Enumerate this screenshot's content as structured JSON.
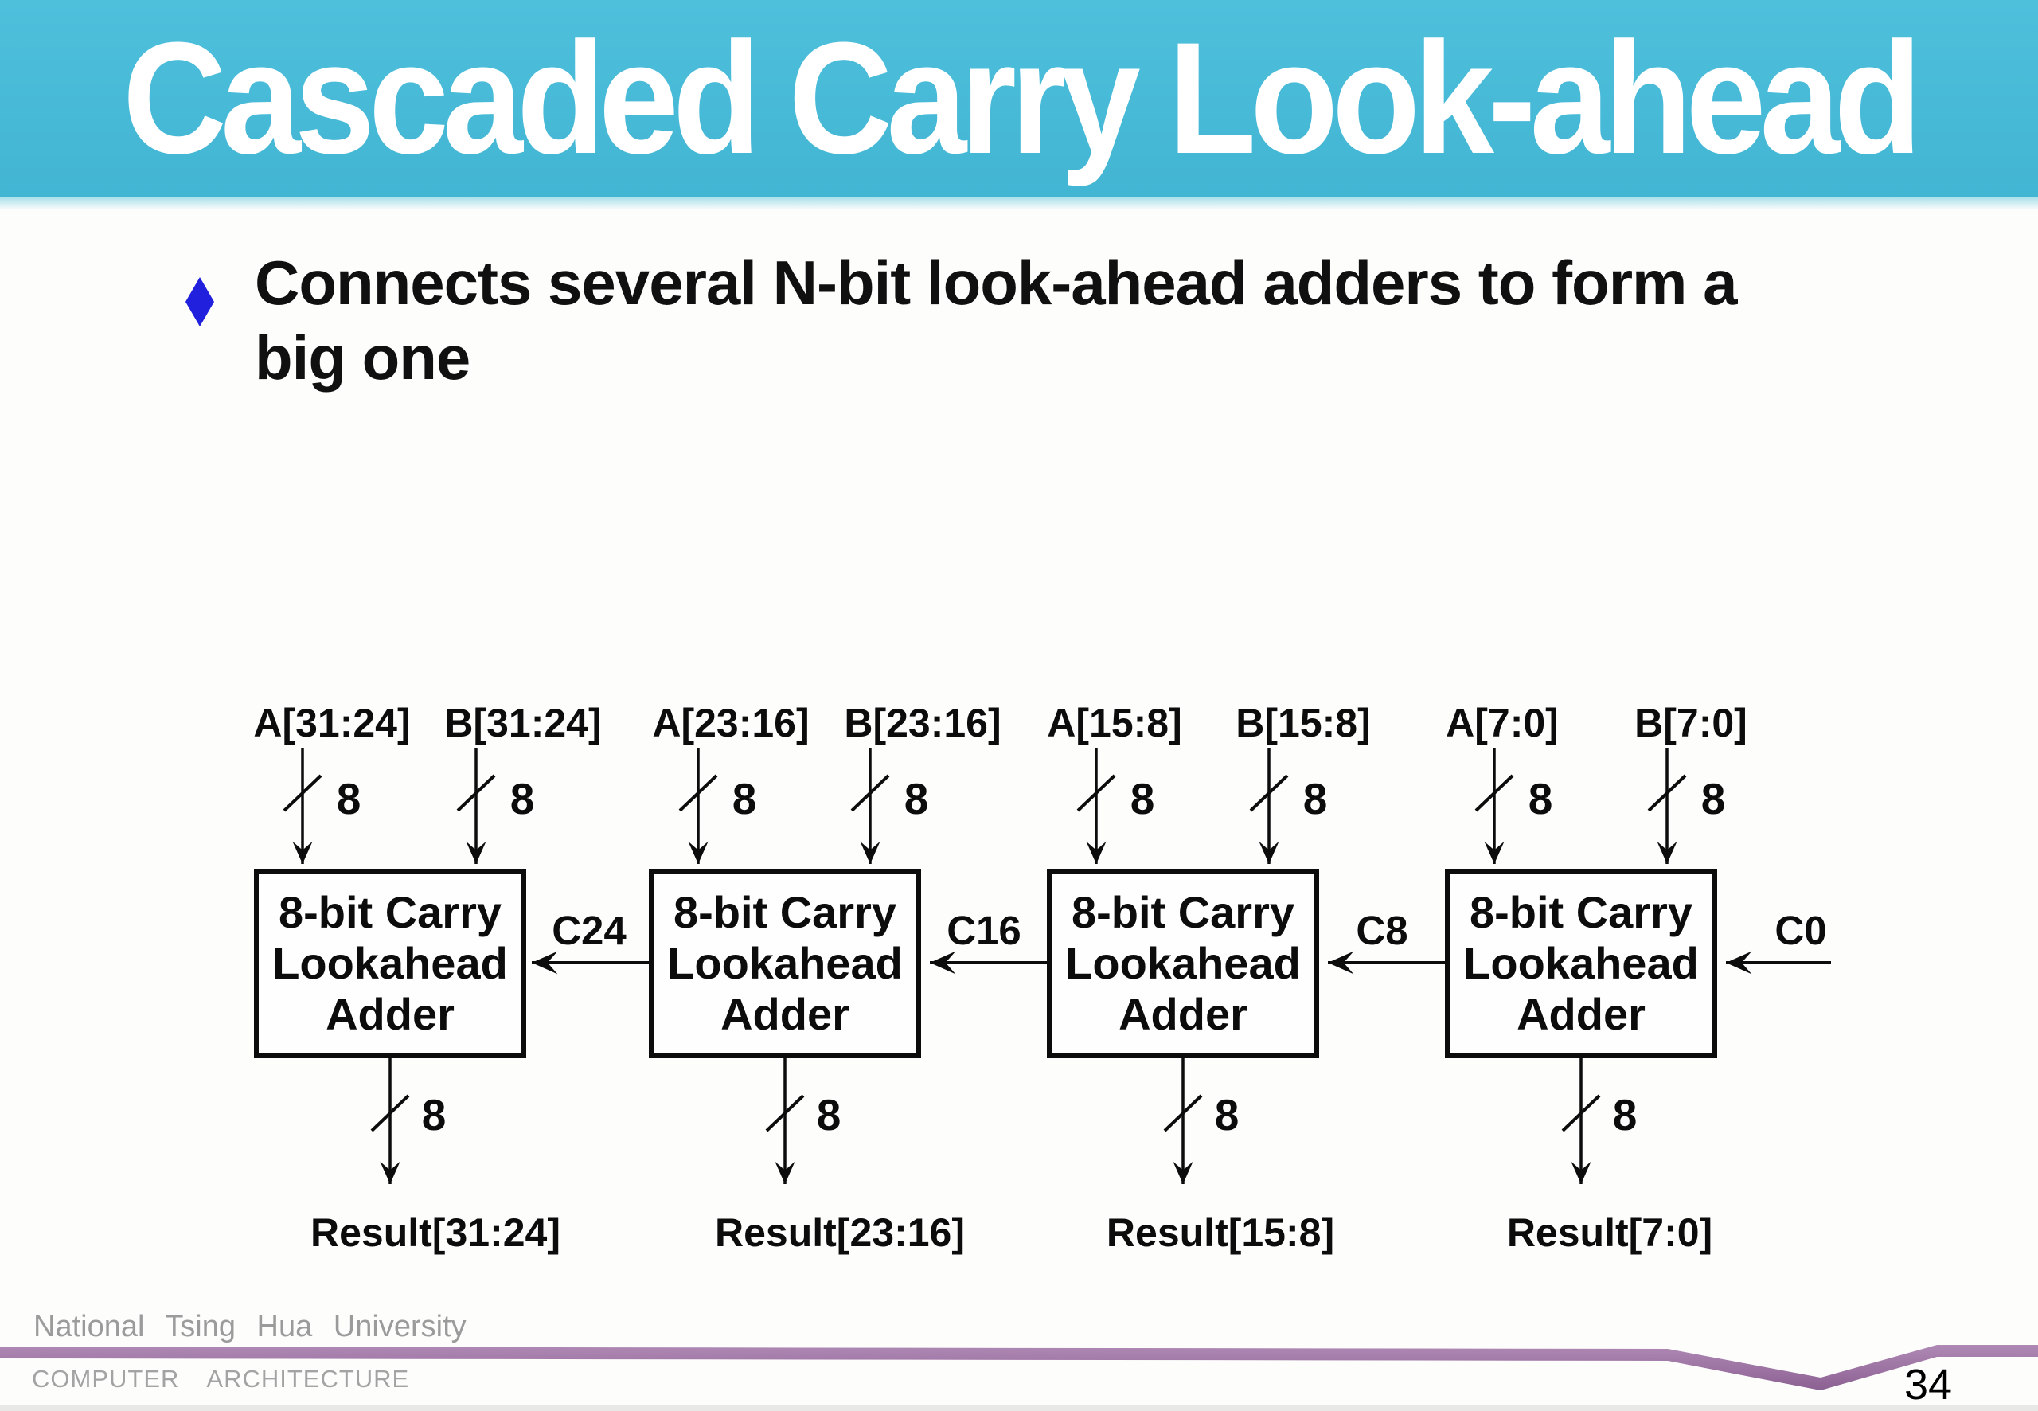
{
  "title": "Cascaded Carry Look-ahead",
  "bullet": {
    "line1": "Connects several N-bit look-ahead adders to form a",
    "line2": "big one"
  },
  "diagram": {
    "adders": [
      {
        "input_a": "A[31:24]",
        "input_b": "B[31:24]",
        "bus_width": "8",
        "label_line1": "8-bit Carry",
        "label_line2": "Lookahead",
        "label_line3": "Adder",
        "result": "Result[31:24]"
      },
      {
        "input_a": "A[23:16]",
        "input_b": "B[23:16]",
        "bus_width": "8",
        "label_line1": "8-bit Carry",
        "label_line2": "Lookahead",
        "label_line3": "Adder",
        "result": "Result[23:16]"
      },
      {
        "input_a": "A[15:8]",
        "input_b": "B[15:8]",
        "bus_width": "8",
        "label_line1": "8-bit Carry",
        "label_line2": "Lookahead",
        "label_line3": "Adder",
        "result": "Result[15:8]"
      },
      {
        "input_a": "A[7:0]",
        "input_b": "B[7:0]",
        "bus_width": "8",
        "label_line1": "8-bit Carry",
        "label_line2": "Lookahead",
        "label_line3": "Adder",
        "result": "Result[7:0]"
      }
    ],
    "carry_labels": [
      "C24",
      "C16",
      "C8",
      "C0"
    ]
  },
  "footer": {
    "university": "National Tsing Hua University",
    "course_word1": "COMPUTER",
    "course_word2": "ARCHITECTURE",
    "page_number": "34"
  },
  "colors": {
    "title_bar": "#47b9d6",
    "bullet_diamond": "#2121dd",
    "ribbon": "#9e76a4"
  }
}
